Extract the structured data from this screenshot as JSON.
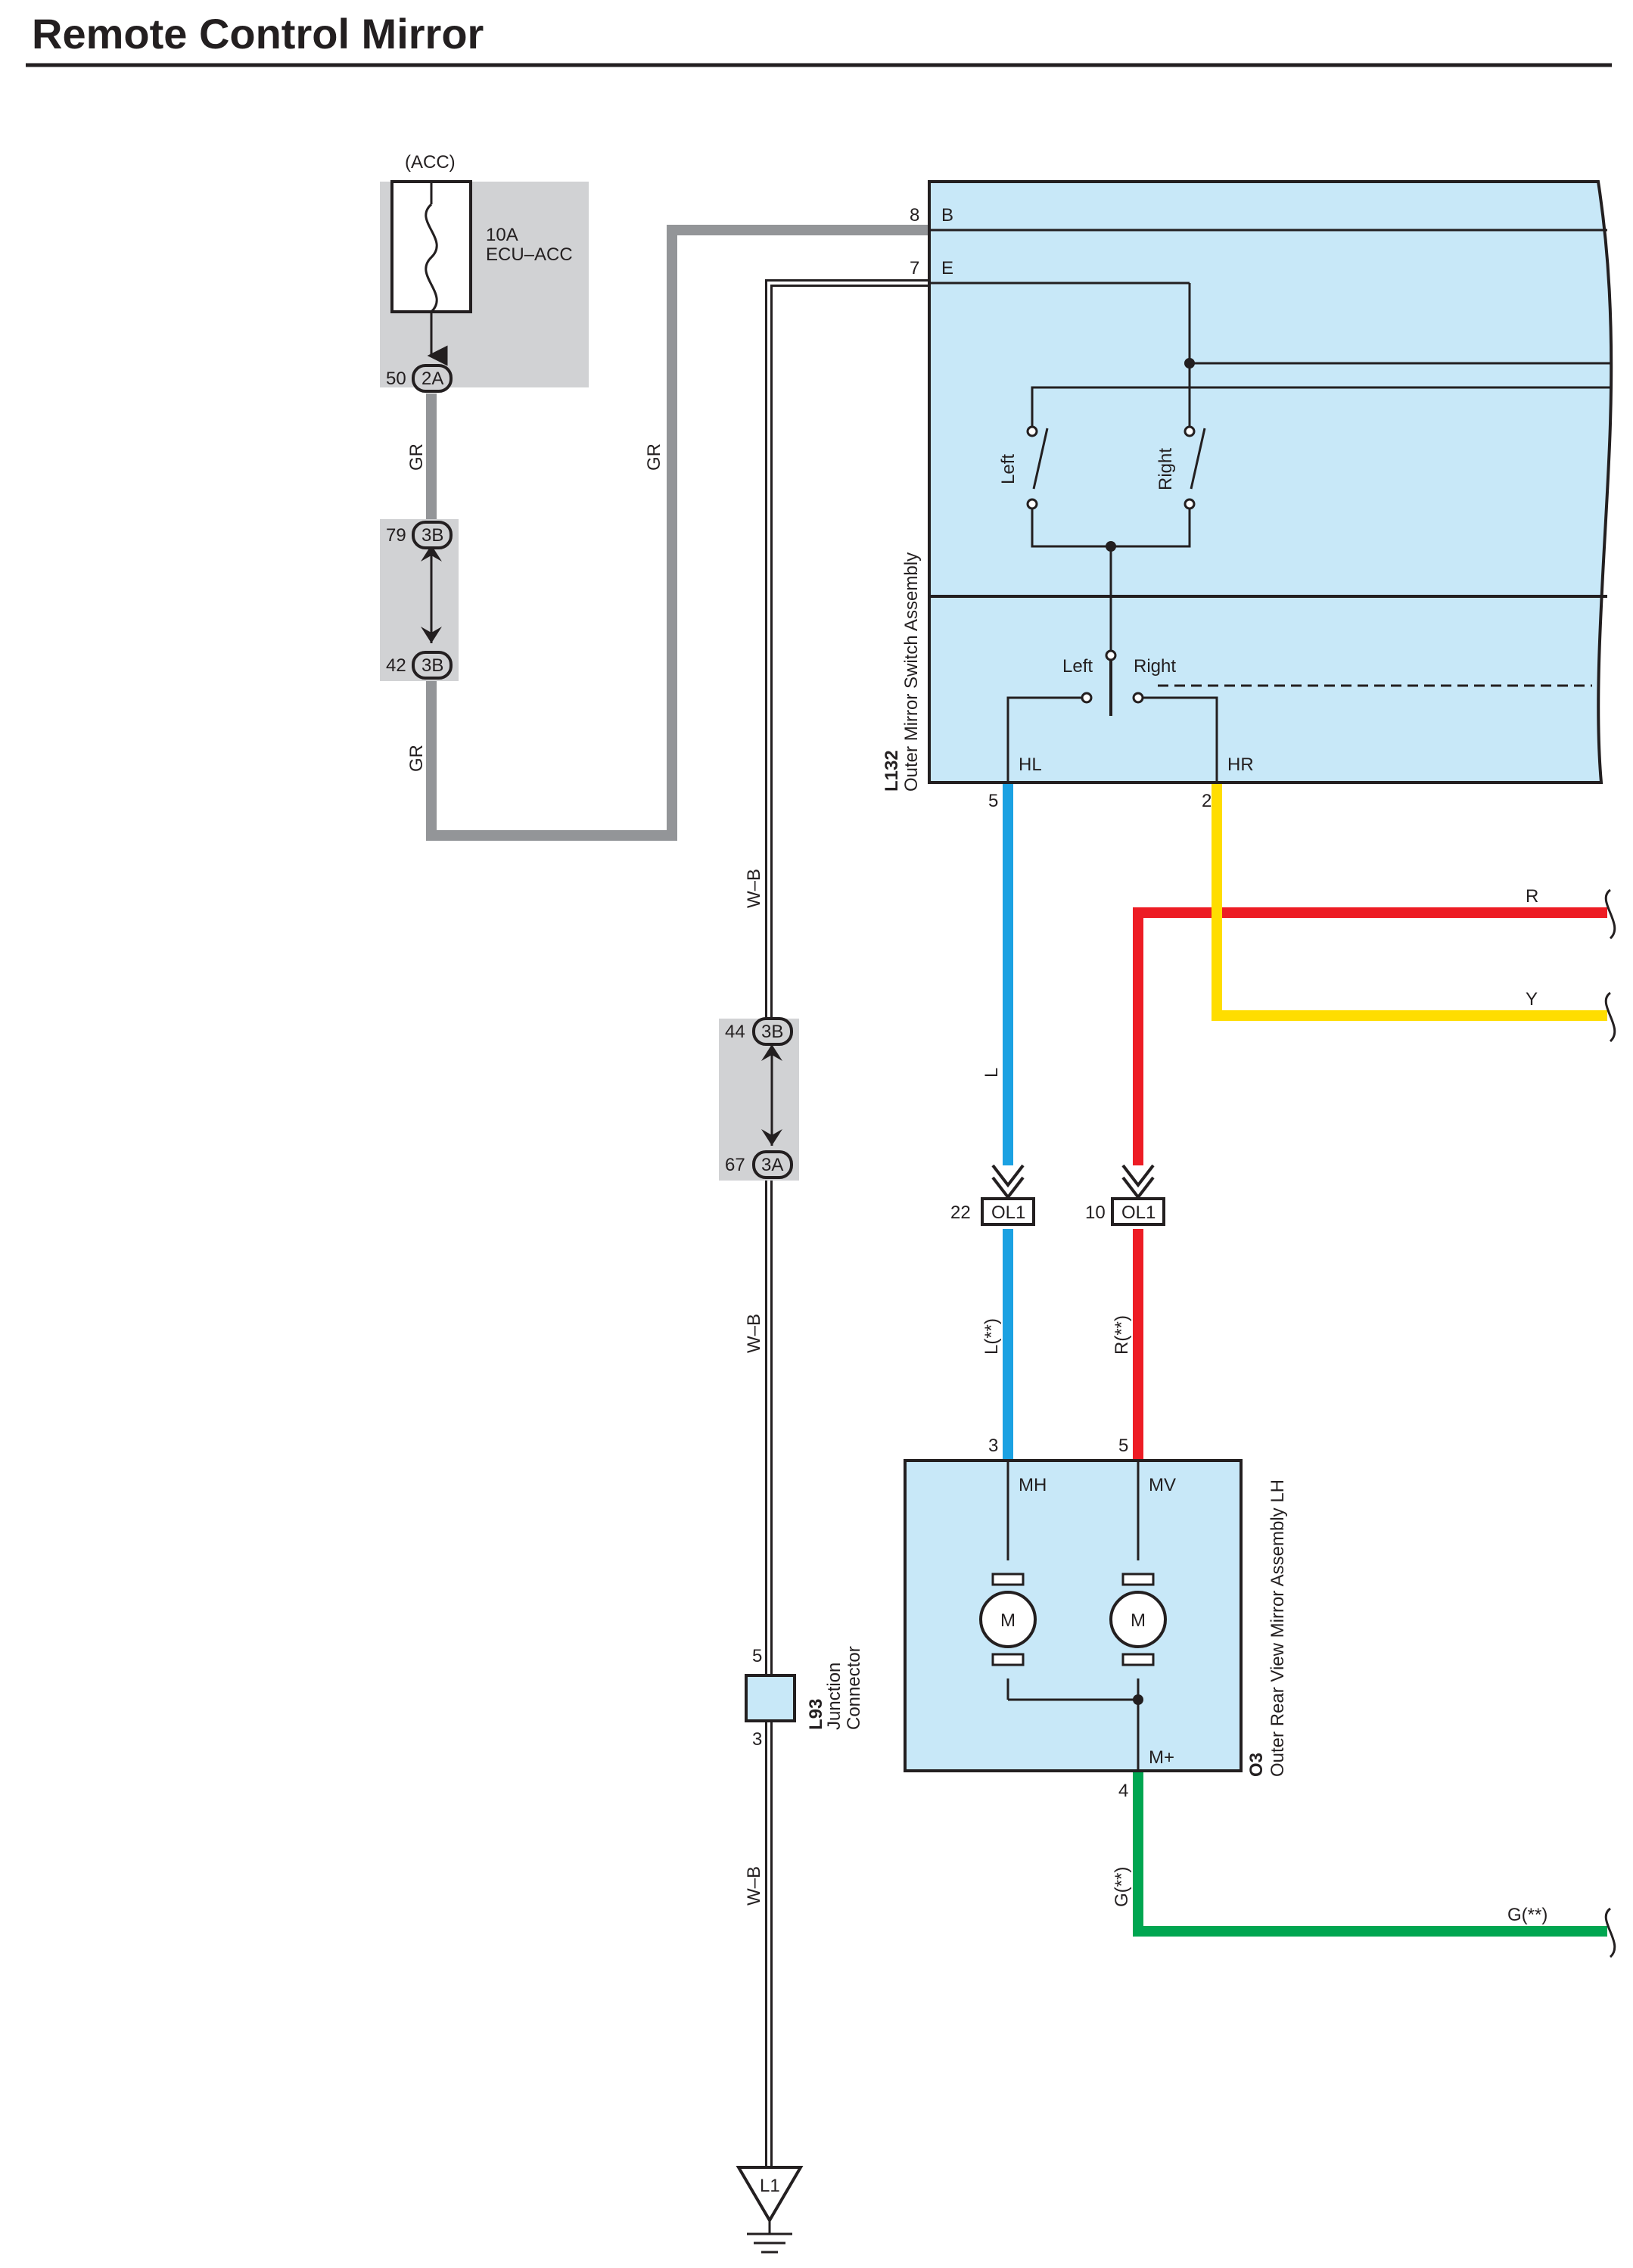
{
  "title": "Remote Control Mirror",
  "colors": {
    "gray_wire": "#939598",
    "blue_wire": "#1ba1e2",
    "red_wire": "#ed1c24",
    "yellow_wire": "#ffdd00",
    "green_wire": "#00a651",
    "box_fill": "#c8e8f8",
    "connector_bg": "#d1d2d4"
  },
  "fuse": {
    "power_source": "(ACC)",
    "rating": "10A",
    "name": "ECU–ACC"
  },
  "connectors": {
    "c50": {
      "pin": "50",
      "id": "2A"
    },
    "c79": {
      "pin": "79",
      "id": "3B"
    },
    "c42": {
      "pin": "42",
      "id": "3B"
    },
    "c44": {
      "pin": "44",
      "id": "3B"
    },
    "c67": {
      "pin": "67",
      "id": "3A"
    },
    "c22": {
      "pin": "22",
      "id": "OL1"
    },
    "c10": {
      "pin": "10",
      "id": "OL1"
    }
  },
  "wires": {
    "gr_left_top": "GR",
    "gr_left_bottom": "GR",
    "gr_mid": "GR",
    "wb_top": "W–B",
    "wb_mid": "W–B",
    "wb_bottom": "W–B",
    "l": "L",
    "l_star": "L(**)",
    "r_star": "R(**)",
    "r": "R",
    "y": "Y",
    "g_star_vert": "G(**)",
    "g_star_horiz": "G(**)"
  },
  "switch_assembly": {
    "code": "L132",
    "name": "Outer Mirror Switch Assembly",
    "pin8": "8",
    "term_b": "B",
    "pin7": "7",
    "term_e": "E",
    "left": "Left",
    "right": "Right",
    "sel_left": "Left",
    "sel_right": "Right",
    "term_hl": "HL",
    "term_hr": "HR",
    "pin5": "5",
    "pin2": "2"
  },
  "mirror_assembly": {
    "code": "O3",
    "name": "Outer Rear View Mirror Assembly LH",
    "pin3": "3",
    "pin5": "5",
    "pin4": "4",
    "term_mh": "MH",
    "term_mv": "MV",
    "term_mplus": "M+",
    "motor": "M"
  },
  "junction": {
    "code": "L93",
    "name_line1": "Junction",
    "name_line2": "Connector",
    "pin5": "5",
    "pin3": "3"
  },
  "ground": {
    "id": "L1"
  }
}
